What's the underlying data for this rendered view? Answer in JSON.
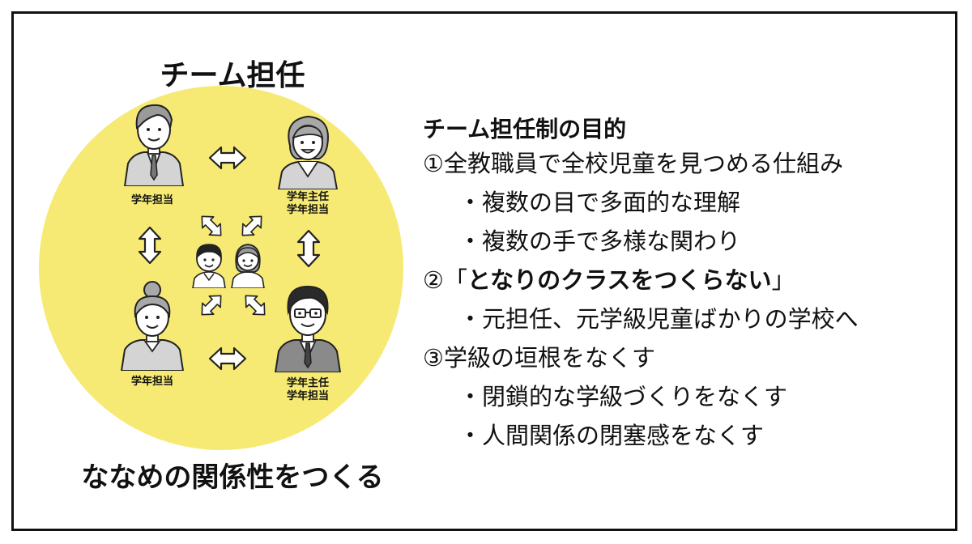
{
  "left": {
    "title": "チーム担任",
    "caption": "ななめの関係性をつくる",
    "roles": {
      "top_left": "学年担当",
      "top_right_1": "学年主任",
      "top_right_2": "学年担当",
      "bottom_left": "学年担当",
      "bottom_right_1": "学年主任",
      "bottom_right_2": "学年担当"
    },
    "colors": {
      "circle": "#f6ea74",
      "border": "#111111"
    },
    "icons": [
      "male-teacher-icon",
      "female-teacher-icon",
      "female-teacher-icon",
      "male-teacher-glasses-icon",
      "boy-student-icon",
      "girl-student-icon",
      "double-arrow-icon"
    ]
  },
  "purpose": {
    "heading": "チーム担任制の目的",
    "item1": "①全教職員で全校児童を見つめる仕組み",
    "item1_sub1": "・複数の目で多面的な理解",
    "item1_sub2": "・複数の手で多様な関わり",
    "item2_prefix": "②「",
    "item2_bold": "となりのクラスをつくらない",
    "item2_suffix": "」",
    "item2_sub1": "・元担任、元学級児童ばかりの学校へ",
    "item3": "③学級の垣根をなくす",
    "item3_sub1": "・閉鎖的な学級づくりをなくす",
    "item3_sub2": "・人間関係の閉塞感をなくす"
  }
}
